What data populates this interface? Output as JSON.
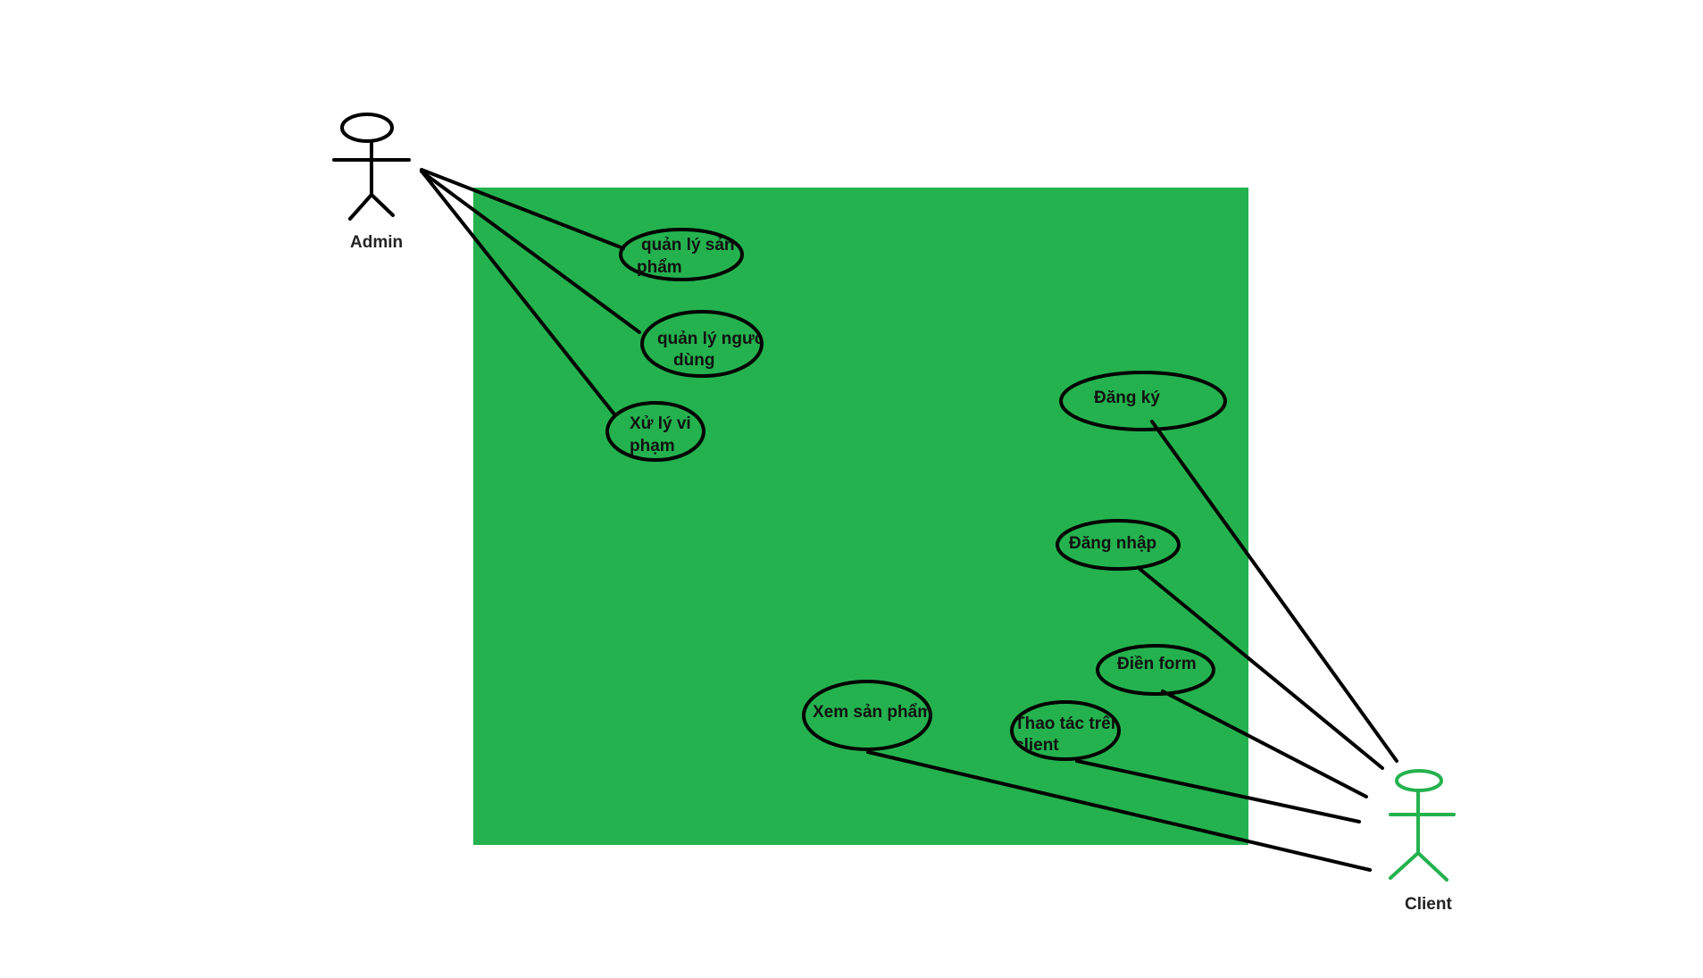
{
  "colors": {
    "system_box": "#24b24e",
    "admin_actor": "#000000",
    "client_actor": "#24b24e",
    "lines": "#000000"
  },
  "actors": {
    "admin": {
      "label": "Admin"
    },
    "client": {
      "label": "Client"
    }
  },
  "use_cases": {
    "quan_ly_san_pham": {
      "line1": "quản lý sản",
      "line2": "phẩm"
    },
    "quan_ly_nguoi_dung": {
      "line1": "quản lý người",
      "line2": "dùng"
    },
    "xu_ly_vi_pham": {
      "line1": "Xử lý vi",
      "line2": "phạm"
    },
    "dang_ky": {
      "line1": "Đăng ký"
    },
    "dang_nhap": {
      "line1": "Đăng nhập"
    },
    "dien_form": {
      "line1": "Điền form"
    },
    "xem_san_pham": {
      "line1": "Xem sản phẩm"
    },
    "thao_tac_tren_client": {
      "line1": "Thao tác trên",
      "line2": "client"
    }
  }
}
